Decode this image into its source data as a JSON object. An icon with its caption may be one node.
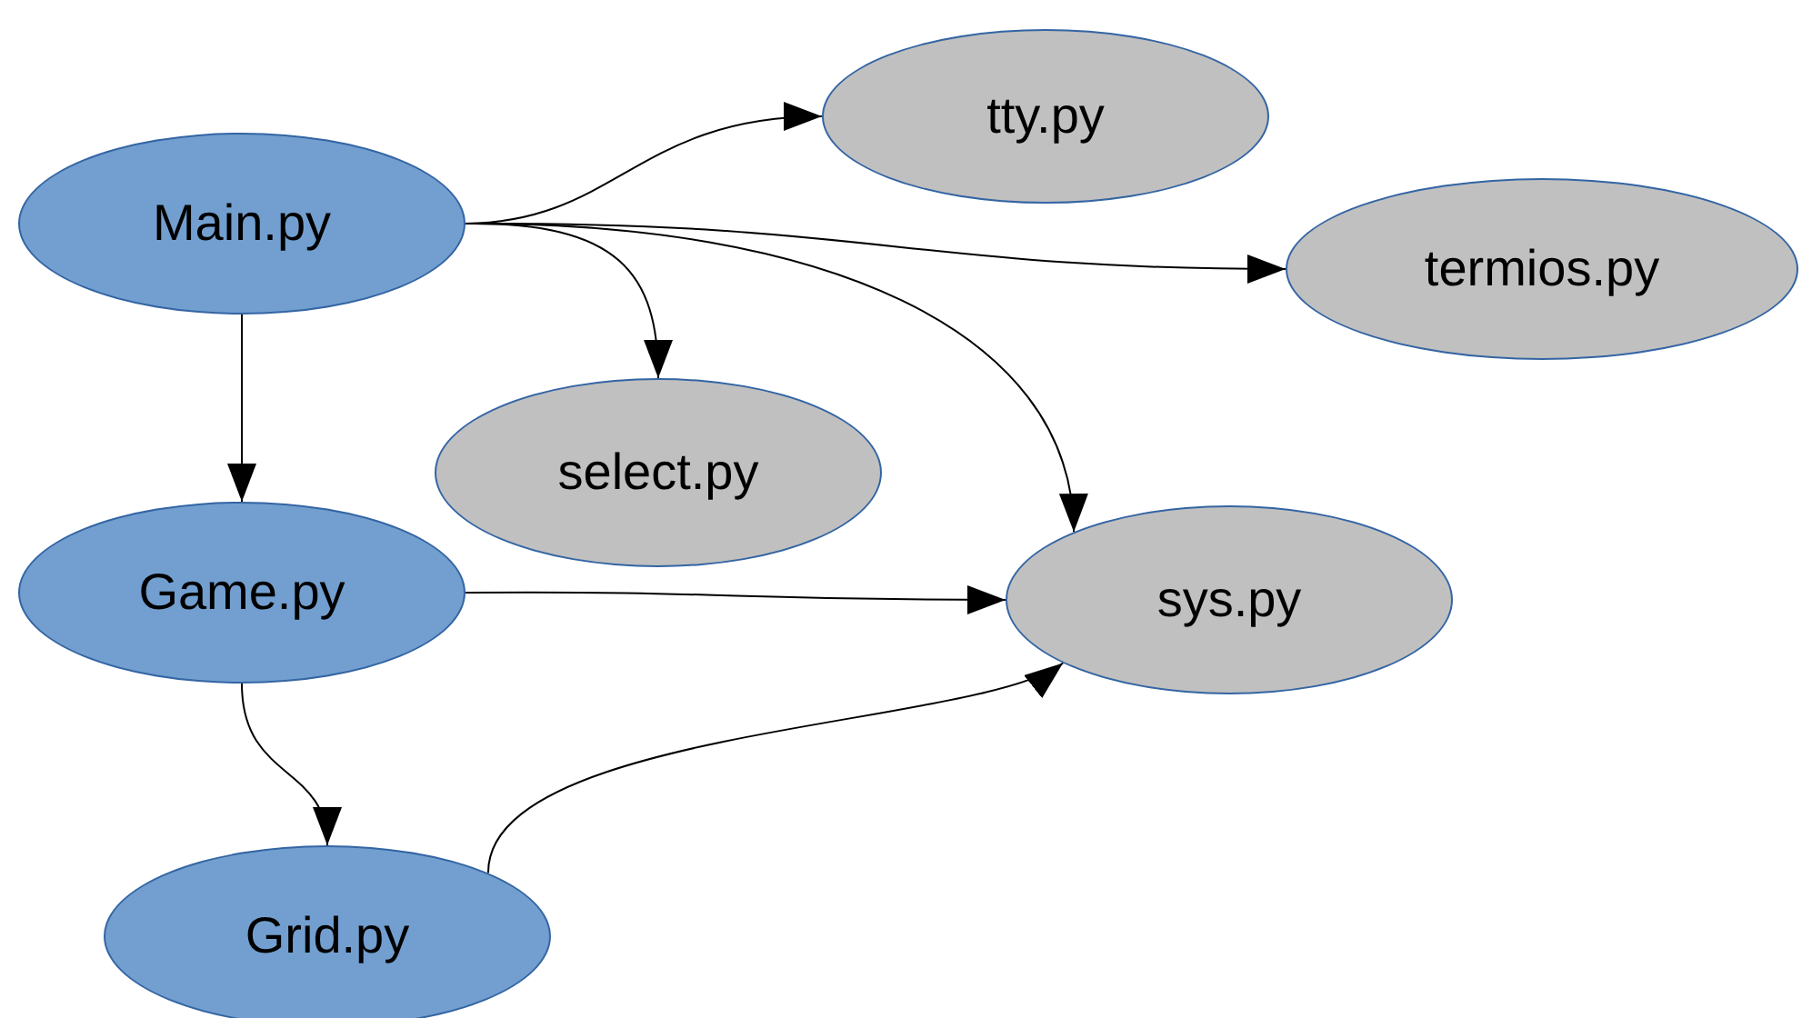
{
  "diagram": {
    "nodes": [
      {
        "text": [
          "Main.py"
        ]
      },
      {
        "text": [
          "tty.py"
        ]
      },
      {
        "text": [
          "termios.py"
        ]
      },
      {
        "text": [
          "select.py"
        ]
      },
      {
        "text": [
          "Game.py"
        ]
      },
      {
        "text": [
          "sys.py"
        ]
      },
      {
        "text": [
          "Grid.py"
        ]
      }
    ],
    "edges": [
      {
        "from": 0,
        "to": 1,
        "arrow": "to"
      },
      {
        "from": 0,
        "to": 2,
        "arrow": "to"
      },
      {
        "from": 0,
        "to": 3,
        "arrow": "to"
      },
      {
        "from": 0,
        "to": 5,
        "arrow": "to"
      },
      {
        "from": 0,
        "to": 4,
        "arrow": "to"
      },
      {
        "from": 4,
        "to": 5,
        "arrow": "to"
      },
      {
        "from": 4,
        "to": 6,
        "arrow": "to"
      },
      {
        "from": 6,
        "to": 5,
        "arrow": "to"
      }
    ]
  }
}
